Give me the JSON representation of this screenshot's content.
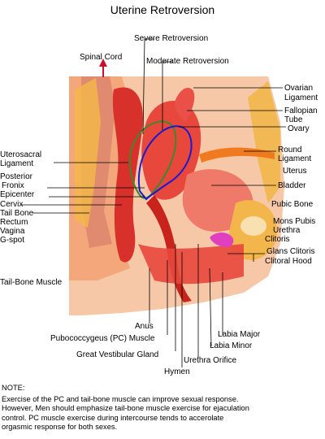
{
  "title": "Uterine Retroversion",
  "labels": {
    "severe_retroversion": "Severe Retroversion",
    "spinal_cord": "Spinal Cord",
    "moderate_retroversion": "Moderate Retroversion",
    "ovarian_ligament_1": "Ovarian",
    "ovarian_ligament_2": "Ligament",
    "fallopian_tube_1": "Fallopian",
    "fallopian_tube_2": "Tube",
    "ovary": "Ovary",
    "uterosacral_ligament_1": "Uterosacral",
    "uterosacral_ligament_2": "Ligament",
    "round_ligament_1": "Round",
    "round_ligament_2": "Ligament",
    "uterus": "Uterus",
    "posterior_fornix_1": "Posterior",
    "posterior_fornix_2": "Fronix",
    "epicenter": "Epicenter",
    "bladder": "Bladder",
    "cervix": "Cervix",
    "pubic_bone": "Pubic Bone",
    "tail_bone": "Tail Bone",
    "rectum": "Rectum",
    "vagina": "Vagina",
    "g_spot": "G-spot",
    "mons_pubis": "Mons Pubis",
    "urethra": "Urethra",
    "clitoris": "Clitoris",
    "glans_clitoris": "Glans Clitoris",
    "clitoral_hood": "Clitoral Hood",
    "tail_bone_muscle": "Tail-Bone Muscle",
    "anus": "Anus",
    "pc_muscle": "Pubococcygeus (PC) Muscle",
    "great_vestibular_gland": "Great Vestibular Gland",
    "labia_major": "Labia Major",
    "labia_minor": "Labia Minor",
    "urethra_orifice": "Urethra Orifice",
    "hymen": "Hymen"
  },
  "note": {
    "heading": "NOTE:",
    "line1": "Exercise of the PC and tail-bone muscle can improve sexual response.",
    "line2": "However, Men should emphasize tail-bone muscle exercise for ejaculation",
    "line3": "control.  PC muscle exercise during intercourse tends to accerolate",
    "line4": "orgasmic response for both sexes."
  },
  "colors": {
    "severe_outline": "#3a8a2a",
    "moderate_outline": "#1a1ad0",
    "tissue": "#e8473c",
    "flesh": "#f6c8a8",
    "fat": "#f2b64a",
    "glans": "#e040c0",
    "arrow": "#c8102e"
  }
}
